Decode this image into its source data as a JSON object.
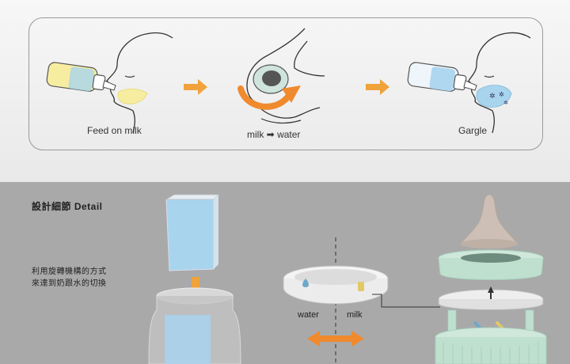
{
  "steps": [
    {
      "label": "Feed on milk",
      "icon": "baby-feeding-icon"
    },
    {
      "label": "milk",
      "arrow": "➡",
      "label2": "water",
      "icon": "hand-rotating-cap-icon"
    },
    {
      "label": "Gargle",
      "icon": "baby-gargle-icon"
    }
  ],
  "detail": {
    "title": "設計細節 Detail",
    "description_lines": [
      "利用旋轉機構的方式",
      "來達到奶跟水的切換"
    ]
  },
  "ring_labels": {
    "left": "water",
    "right": "milk"
  },
  "colors": {
    "accent_orange": "#f0a23b",
    "arrow_orange": "#f08a2e",
    "milk_yellow": "#f7eda0",
    "water_blue": "#a8d4ee",
    "mint_green": "#bfe0cf",
    "bottom_bg": "#a9a9a9"
  }
}
